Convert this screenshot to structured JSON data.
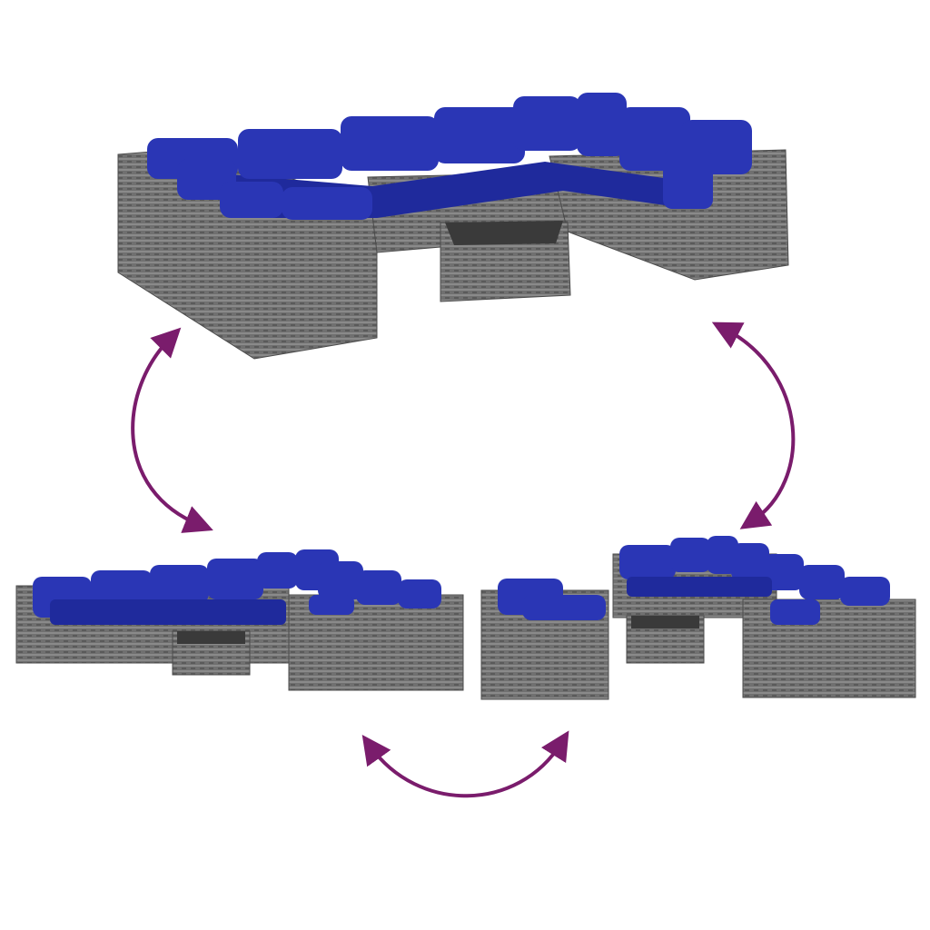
{
  "colors": {
    "background": "#ffffff",
    "rattan": "#707070",
    "rattan_dark": "#4b4b4b",
    "rattan_light": "#9a9a9a",
    "cushion": "#1f2a9c",
    "cushion_light": "#2f3cbf",
    "arrow": "#7a1c6c",
    "glass": "#3a3a3a"
  },
  "scenes": [
    {
      "name": "full-u-shaped-sofa-set"
    },
    {
      "name": "split-configuration-left"
    },
    {
      "name": "split-configuration-right"
    }
  ],
  "arrows": [
    "left-double-arrow",
    "right-double-arrow",
    "bottom-double-arrow"
  ]
}
